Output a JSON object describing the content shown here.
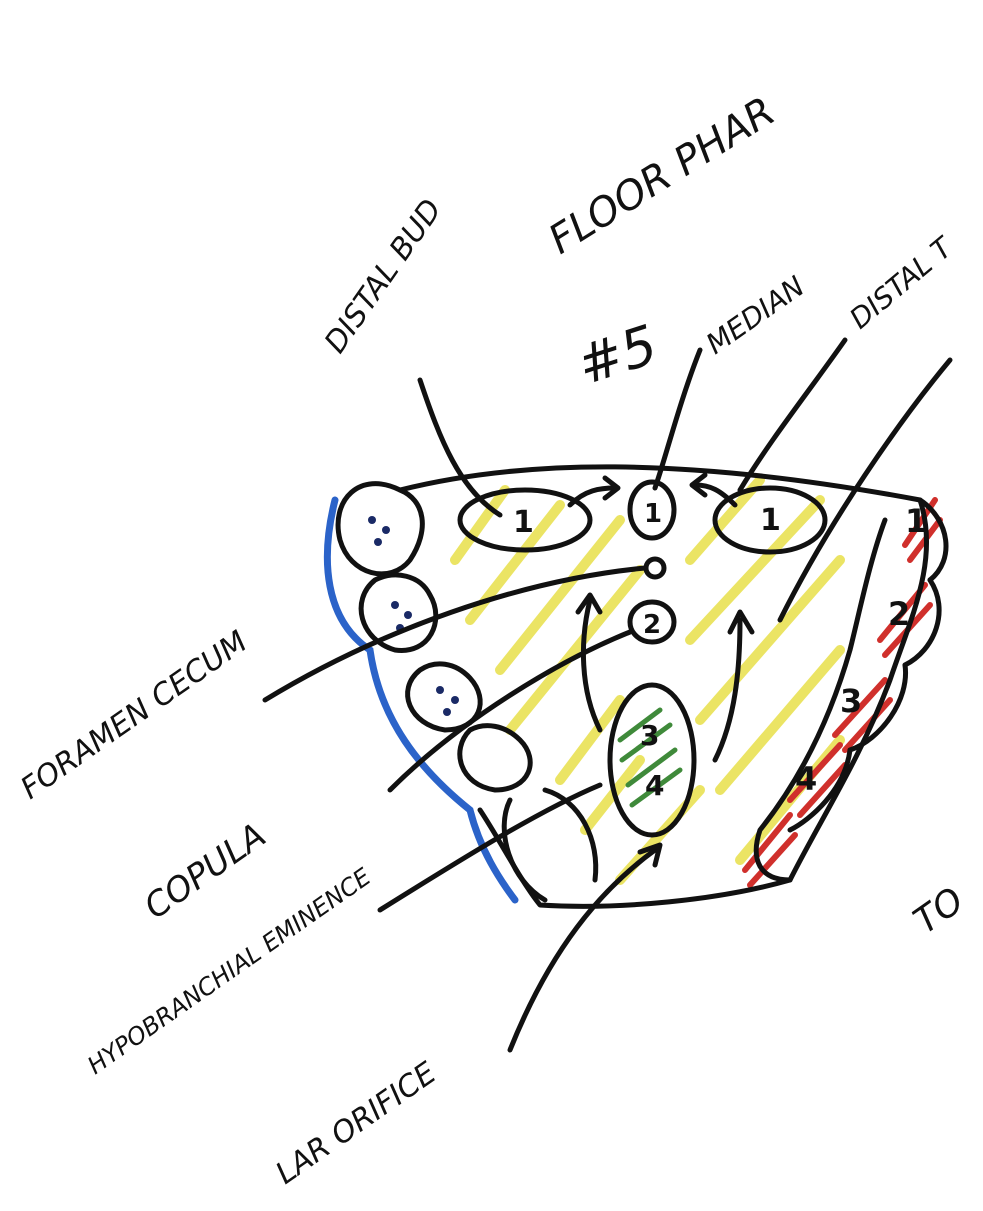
{
  "title": "FLOOR PHAR",
  "subtitle": "#5",
  "labels": {
    "distal_bud": "DISTAL BUD",
    "median": "MEDIAN",
    "distal_t": "DISTAL T",
    "foramen_cecum": "FORAMEN CECUM",
    "copula": "COPULA",
    "hypobranchial_eminence": "HYPOBRANCHIAL EMINENCE",
    "lar_orifice": "LAR ORIFICE",
    "cut_off": "TO"
  },
  "arch_numbers": {
    "left_bud": "1",
    "median_1": "1",
    "median_2": "2",
    "hypo_3": "3",
    "hypo_4": "4",
    "right_bud": "1",
    "right_arches": [
      "1",
      "2",
      "3",
      "4"
    ]
  },
  "colors": {
    "ink": "#111111",
    "yellow": "#e8e04a",
    "blue": "#2b63c9",
    "red": "#d0302c",
    "green": "#3f8a3a"
  }
}
